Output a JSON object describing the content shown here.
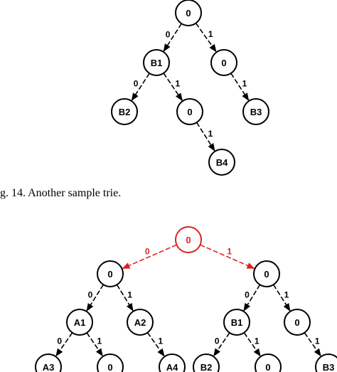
{
  "caption": "g. 14.   Another sample trie.",
  "colors": {
    "highlight": "#e02020",
    "default": "#000000"
  },
  "trie1": {
    "nodes": [
      {
        "id": "r",
        "label": "0"
      },
      {
        "id": "b1",
        "label": "B1"
      },
      {
        "id": "n1",
        "label": "0"
      },
      {
        "id": "b2",
        "label": "B2"
      },
      {
        "id": "n2",
        "label": "0"
      },
      {
        "id": "b3",
        "label": "B3"
      },
      {
        "id": "b4",
        "label": "B4"
      }
    ],
    "edges": [
      {
        "from": "r",
        "to": "b1",
        "label": "0"
      },
      {
        "from": "r",
        "to": "n1",
        "label": "1"
      },
      {
        "from": "b1",
        "to": "b2",
        "label": "0"
      },
      {
        "from": "b1",
        "to": "n2",
        "label": "1"
      },
      {
        "from": "n1",
        "to": "b3",
        "label": "1"
      },
      {
        "from": "n2",
        "to": "b4",
        "label": "1"
      }
    ]
  },
  "trie2": {
    "nodes": [
      {
        "id": "r",
        "label": "0",
        "highlight": true
      },
      {
        "id": "l",
        "label": "0"
      },
      {
        "id": "rr",
        "label": "0"
      },
      {
        "id": "a1",
        "label": "A1"
      },
      {
        "id": "a2",
        "label": "A2"
      },
      {
        "id": "b1",
        "label": "B1"
      },
      {
        "id": "n3",
        "label": "0"
      },
      {
        "id": "a3",
        "label": "A3"
      },
      {
        "id": "n4",
        "label": "0"
      },
      {
        "id": "a4",
        "label": "A4"
      },
      {
        "id": "b2",
        "label": "B2"
      },
      {
        "id": "n5",
        "label": "0"
      },
      {
        "id": "b3",
        "label": "B3"
      }
    ],
    "edges": [
      {
        "from": "r",
        "to": "l",
        "label": "0",
        "highlight": true
      },
      {
        "from": "r",
        "to": "rr",
        "label": "1",
        "highlight": true
      },
      {
        "from": "l",
        "to": "a1",
        "label": "0"
      },
      {
        "from": "l",
        "to": "a2",
        "label": "1"
      },
      {
        "from": "rr",
        "to": "b1",
        "label": "0"
      },
      {
        "from": "rr",
        "to": "n3",
        "label": "1"
      },
      {
        "from": "a1",
        "to": "a3",
        "label": "0"
      },
      {
        "from": "a1",
        "to": "n4",
        "label": "1"
      },
      {
        "from": "a2",
        "to": "a4",
        "label": "1"
      },
      {
        "from": "b1",
        "to": "b2",
        "label": "0"
      },
      {
        "from": "b1",
        "to": "n5",
        "label": "1"
      },
      {
        "from": "n3",
        "to": "b3",
        "label": "1"
      }
    ]
  }
}
